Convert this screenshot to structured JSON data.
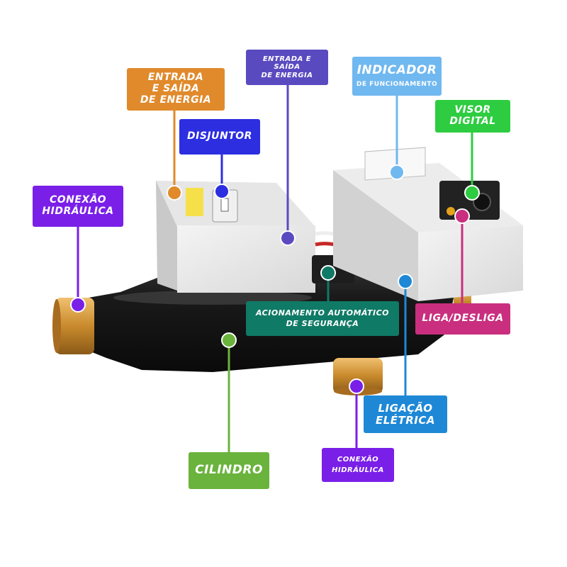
{
  "colors": {
    "orange": "#e08a2c",
    "indigo": "#5a4ac0",
    "blue_dark": "#2c2ee0",
    "sky": "#70b8f0",
    "green_bright": "#2ecc40",
    "purple": "#7a1fe8",
    "pink": "#c92f7e",
    "teal": "#0f7a66",
    "green_grass": "#6ab33c",
    "azure": "#1e88d6"
  },
  "labels": {
    "entrada_saida_left": {
      "line1": "ENTRADA",
      "line2": "E SAÍDA",
      "line3": "DE ENERGIA"
    },
    "entrada_saida_top": {
      "line1": "ENTRADA E SAÍDA",
      "line2": "DE ENERGIA"
    },
    "indicador": {
      "line1": "INDICADOR",
      "line2": "DE FUNCIONAMENTO"
    },
    "visor": {
      "line1": "VISOR",
      "line2": "DIGITAL"
    },
    "disjuntor": {
      "line1": "DISJUNTOR"
    },
    "conexao_left": {
      "line1": "CONEXÃO",
      "line2": "HIDRÁULICA"
    },
    "acionamento": {
      "line1": "ACIONAMENTO AUTOMÁTICO",
      "line2": "DE SEGURANÇA"
    },
    "liga": {
      "line1": "LIGA/DESLIGA"
    },
    "ligacao": {
      "line1": "LIGAÇÃO",
      "line2": "ELÉTRICA"
    },
    "cilindro": {
      "line1": "CILINDRO"
    },
    "conexao_bottom": {
      "line1": "CONEXÃO",
      "line2": "HIDRÁULICA"
    }
  }
}
